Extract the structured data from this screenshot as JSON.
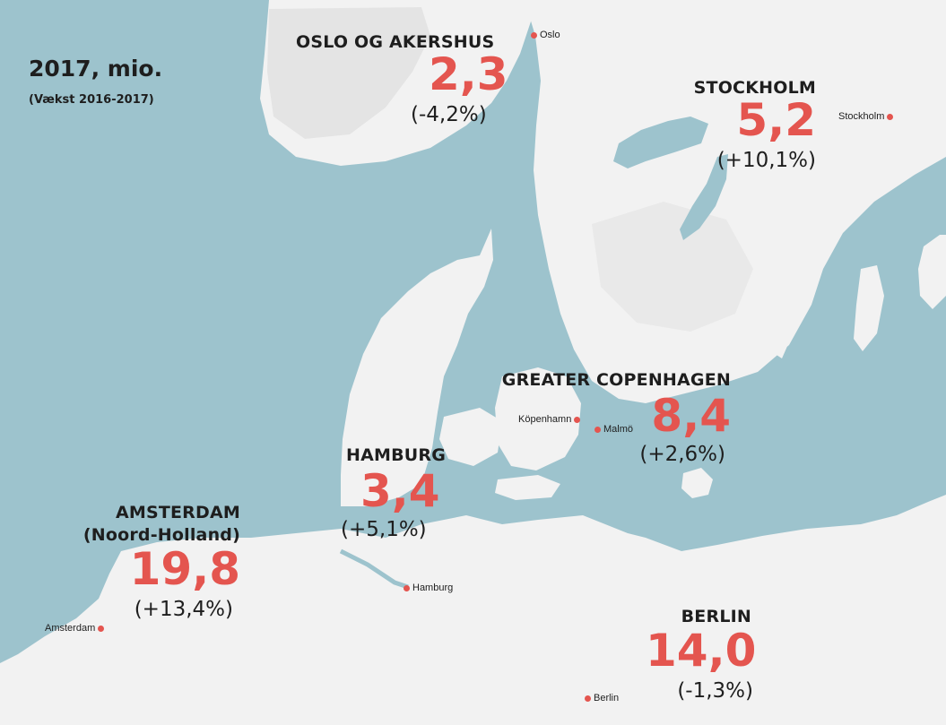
{
  "title": "2017, mio.",
  "subtitle": "(Vækst 2016-2017)",
  "colors": {
    "water": "#9dc3cd",
    "land": "#f2f2f2",
    "highland": "#e3e3e3",
    "accent": "#e4554f",
    "text": "#1e1e1e"
  },
  "regions": [
    {
      "id": "oslo",
      "name": "OSLO OG AKERSHUS",
      "value": "2,3",
      "growth": "(-4,2%)"
    },
    {
      "id": "stockholm",
      "name": "STOCKHOLM",
      "value": "5,2",
      "growth": "(+10,1%)"
    },
    {
      "id": "copenhagen",
      "name": "GREATER COPENHAGEN",
      "value": "8,4",
      "growth": "(+2,6%)"
    },
    {
      "id": "hamburg",
      "name": "HAMBURG",
      "value": "3,4",
      "growth": "(+5,1%)"
    },
    {
      "id": "amsterdam",
      "name": "AMSTERDAM",
      "name2": "(Noord-Holland)",
      "value": "19,8",
      "growth": "(+13,4%)"
    },
    {
      "id": "berlin",
      "name": "BERLIN",
      "value": "14,0",
      "growth": "(-1,3%)"
    }
  ],
  "cities": [
    "Oslo",
    "Stockholm",
    "Köpenhamn",
    "Malmö",
    "Hamburg",
    "Amsterdam",
    "Berlin"
  ]
}
